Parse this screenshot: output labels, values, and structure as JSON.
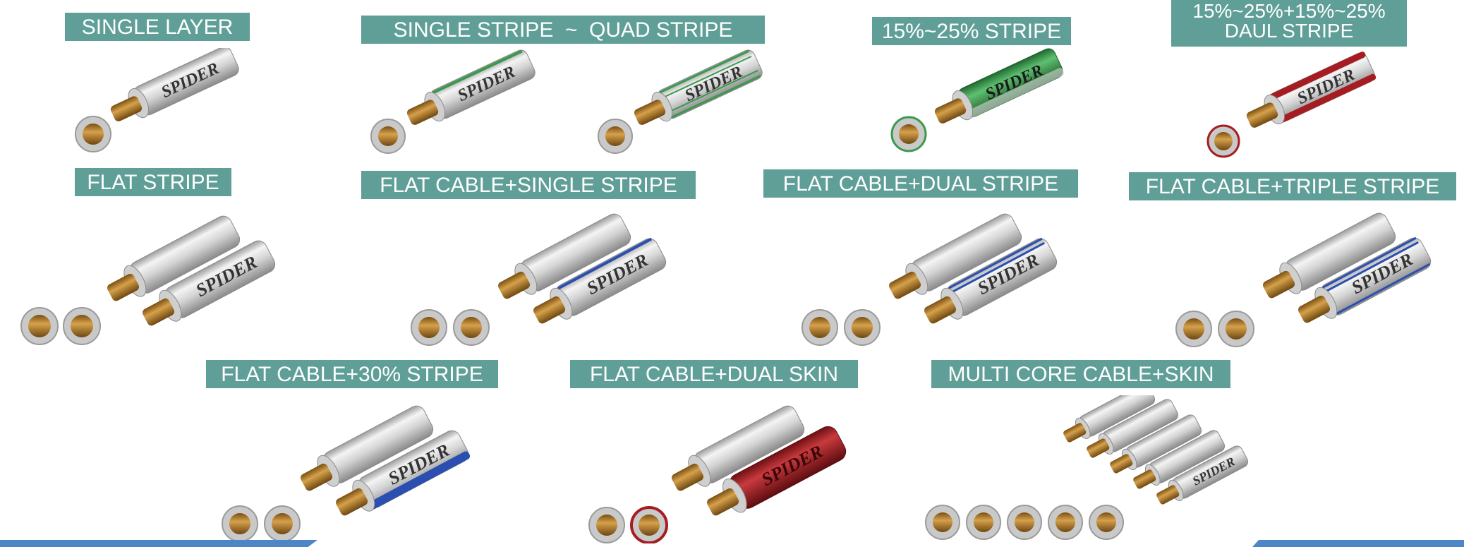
{
  "brand": "SPIDER",
  "colors": {
    "label_bg": "#5f9f97",
    "label_text": "#ffffff",
    "jacket": "#d9d9d9",
    "copper": "#a87525",
    "stripe_green": "#3a9a4c",
    "stripe_blue": "#2a4fb0",
    "stripe_red": "#a51d22",
    "footer_bar": "#4c86c4"
  },
  "labels": {
    "single_layer": "SINGLE LAYER",
    "single_stripe": "SINGLE STRIPE",
    "tilde": "~",
    "quad_stripe": "QUAD STRIPE",
    "stripe_15_25": "15%~25% STRIPE",
    "dual_line1": "15%~25%+15%~25%",
    "dual_line2": "DAUL STRIPE",
    "flat_stripe": "FLAT STRIPE",
    "flat_single": "FLAT CABLE+SINGLE STRIPE",
    "flat_dual": "FLAT CABLE+DUAL STRIPE",
    "flat_triple": "FLAT CABLE+TRIPLE STRIPE",
    "flat_30": "FLAT CABLE+30% STRIPE",
    "flat_dual_skin": "FLAT CABLE+DUAL SKIN",
    "multi_core": "MULTI CORE CABLE+SKIN"
  }
}
